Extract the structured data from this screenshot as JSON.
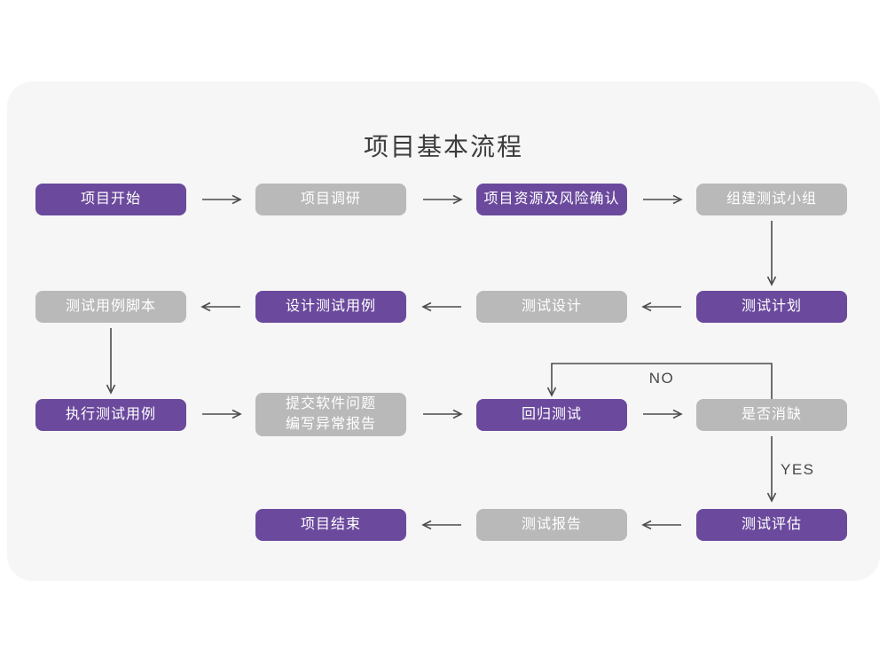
{
  "title": "项目基本流程",
  "colors": {
    "node_active": "#6b4a9d",
    "node_inactive": "#b9b9b9",
    "node_text": "#ffffff",
    "card_background": "#f6f6f6",
    "page_background": "#ffffff",
    "arrow": "#4c4c4c",
    "title_text": "#3c3c3c"
  },
  "nodes": [
    {
      "id": "project-start",
      "label": "项目开始",
      "variant": "active"
    },
    {
      "id": "project-research",
      "label": "项目调研",
      "variant": "inactive"
    },
    {
      "id": "resource-risk-confirm",
      "label": "项目资源及风险确认",
      "variant": "active"
    },
    {
      "id": "form-test-team",
      "label": "组建测试小组",
      "variant": "inactive"
    },
    {
      "id": "test-plan",
      "label": "测试计划",
      "variant": "active"
    },
    {
      "id": "test-design",
      "label": "测试设计",
      "variant": "inactive"
    },
    {
      "id": "design-test-cases",
      "label": "设计测试用例",
      "variant": "active"
    },
    {
      "id": "test-case-script",
      "label": "测试用例脚本",
      "variant": "inactive"
    },
    {
      "id": "execute-test-cases",
      "label": "执行测试用例",
      "variant": "active"
    },
    {
      "id": "submit-issues",
      "label": "提交软件问题",
      "label2": "编写异常报告",
      "variant": "inactive"
    },
    {
      "id": "regression-test",
      "label": "回归测试",
      "variant": "active"
    },
    {
      "id": "defect-cleared",
      "label": "是否消缺",
      "variant": "inactive"
    },
    {
      "id": "test-evaluation",
      "label": "测试评估",
      "variant": "active"
    },
    {
      "id": "test-report",
      "label": "测试报告",
      "variant": "inactive"
    },
    {
      "id": "project-end",
      "label": "项目结束",
      "variant": "active"
    }
  ],
  "edge_labels": {
    "no": "NO",
    "yes": "YES"
  }
}
